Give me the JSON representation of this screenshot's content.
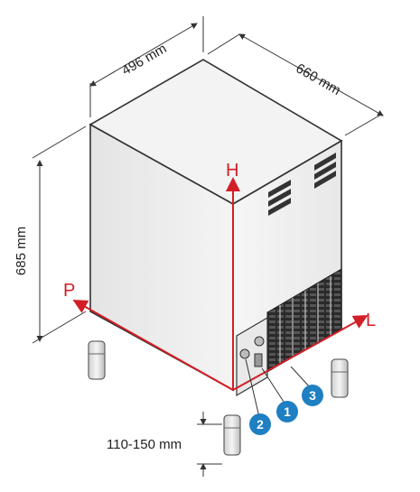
{
  "dimensions": {
    "width": "496 mm",
    "depth": "660 mm",
    "height": "685 mm",
    "feet": "110-150 mm"
  },
  "axes": {
    "height_label": "H",
    "depth_label": "P",
    "length_label": "L"
  },
  "callouts": [
    "2",
    "1",
    "3"
  ],
  "colors": {
    "axis": "#d21f26",
    "badge": "#1e7fc2",
    "outline": "#333333"
  }
}
